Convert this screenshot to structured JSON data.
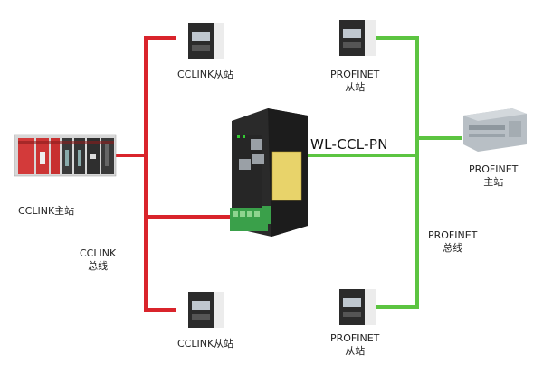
{
  "gateway": {
    "model": "WL-CCL-PN"
  },
  "cclink_master": {
    "label": "CCLINK主站"
  },
  "cclink_bus": {
    "line1": "CCLINK",
    "line2": "总线"
  },
  "cclink_slave_top": {
    "label": "CCLINK从站"
  },
  "cclink_slave_bottom": {
    "label": "CCLINK从站"
  },
  "profinet_slave_top": {
    "line1": "PROFINET",
    "line2": "从站"
  },
  "profinet_slave_bottom": {
    "line1": "PROFINET",
    "line2": "从站"
  },
  "profinet_master": {
    "line1": "PROFINET",
    "line2": "主站"
  },
  "profinet_bus": {
    "line1": "PROFINET",
    "line2": "总线"
  },
  "colors": {
    "cclink_wire": "#d9242b",
    "profinet_wire": "#5cc441",
    "device_body": "#2a2a2a"
  }
}
